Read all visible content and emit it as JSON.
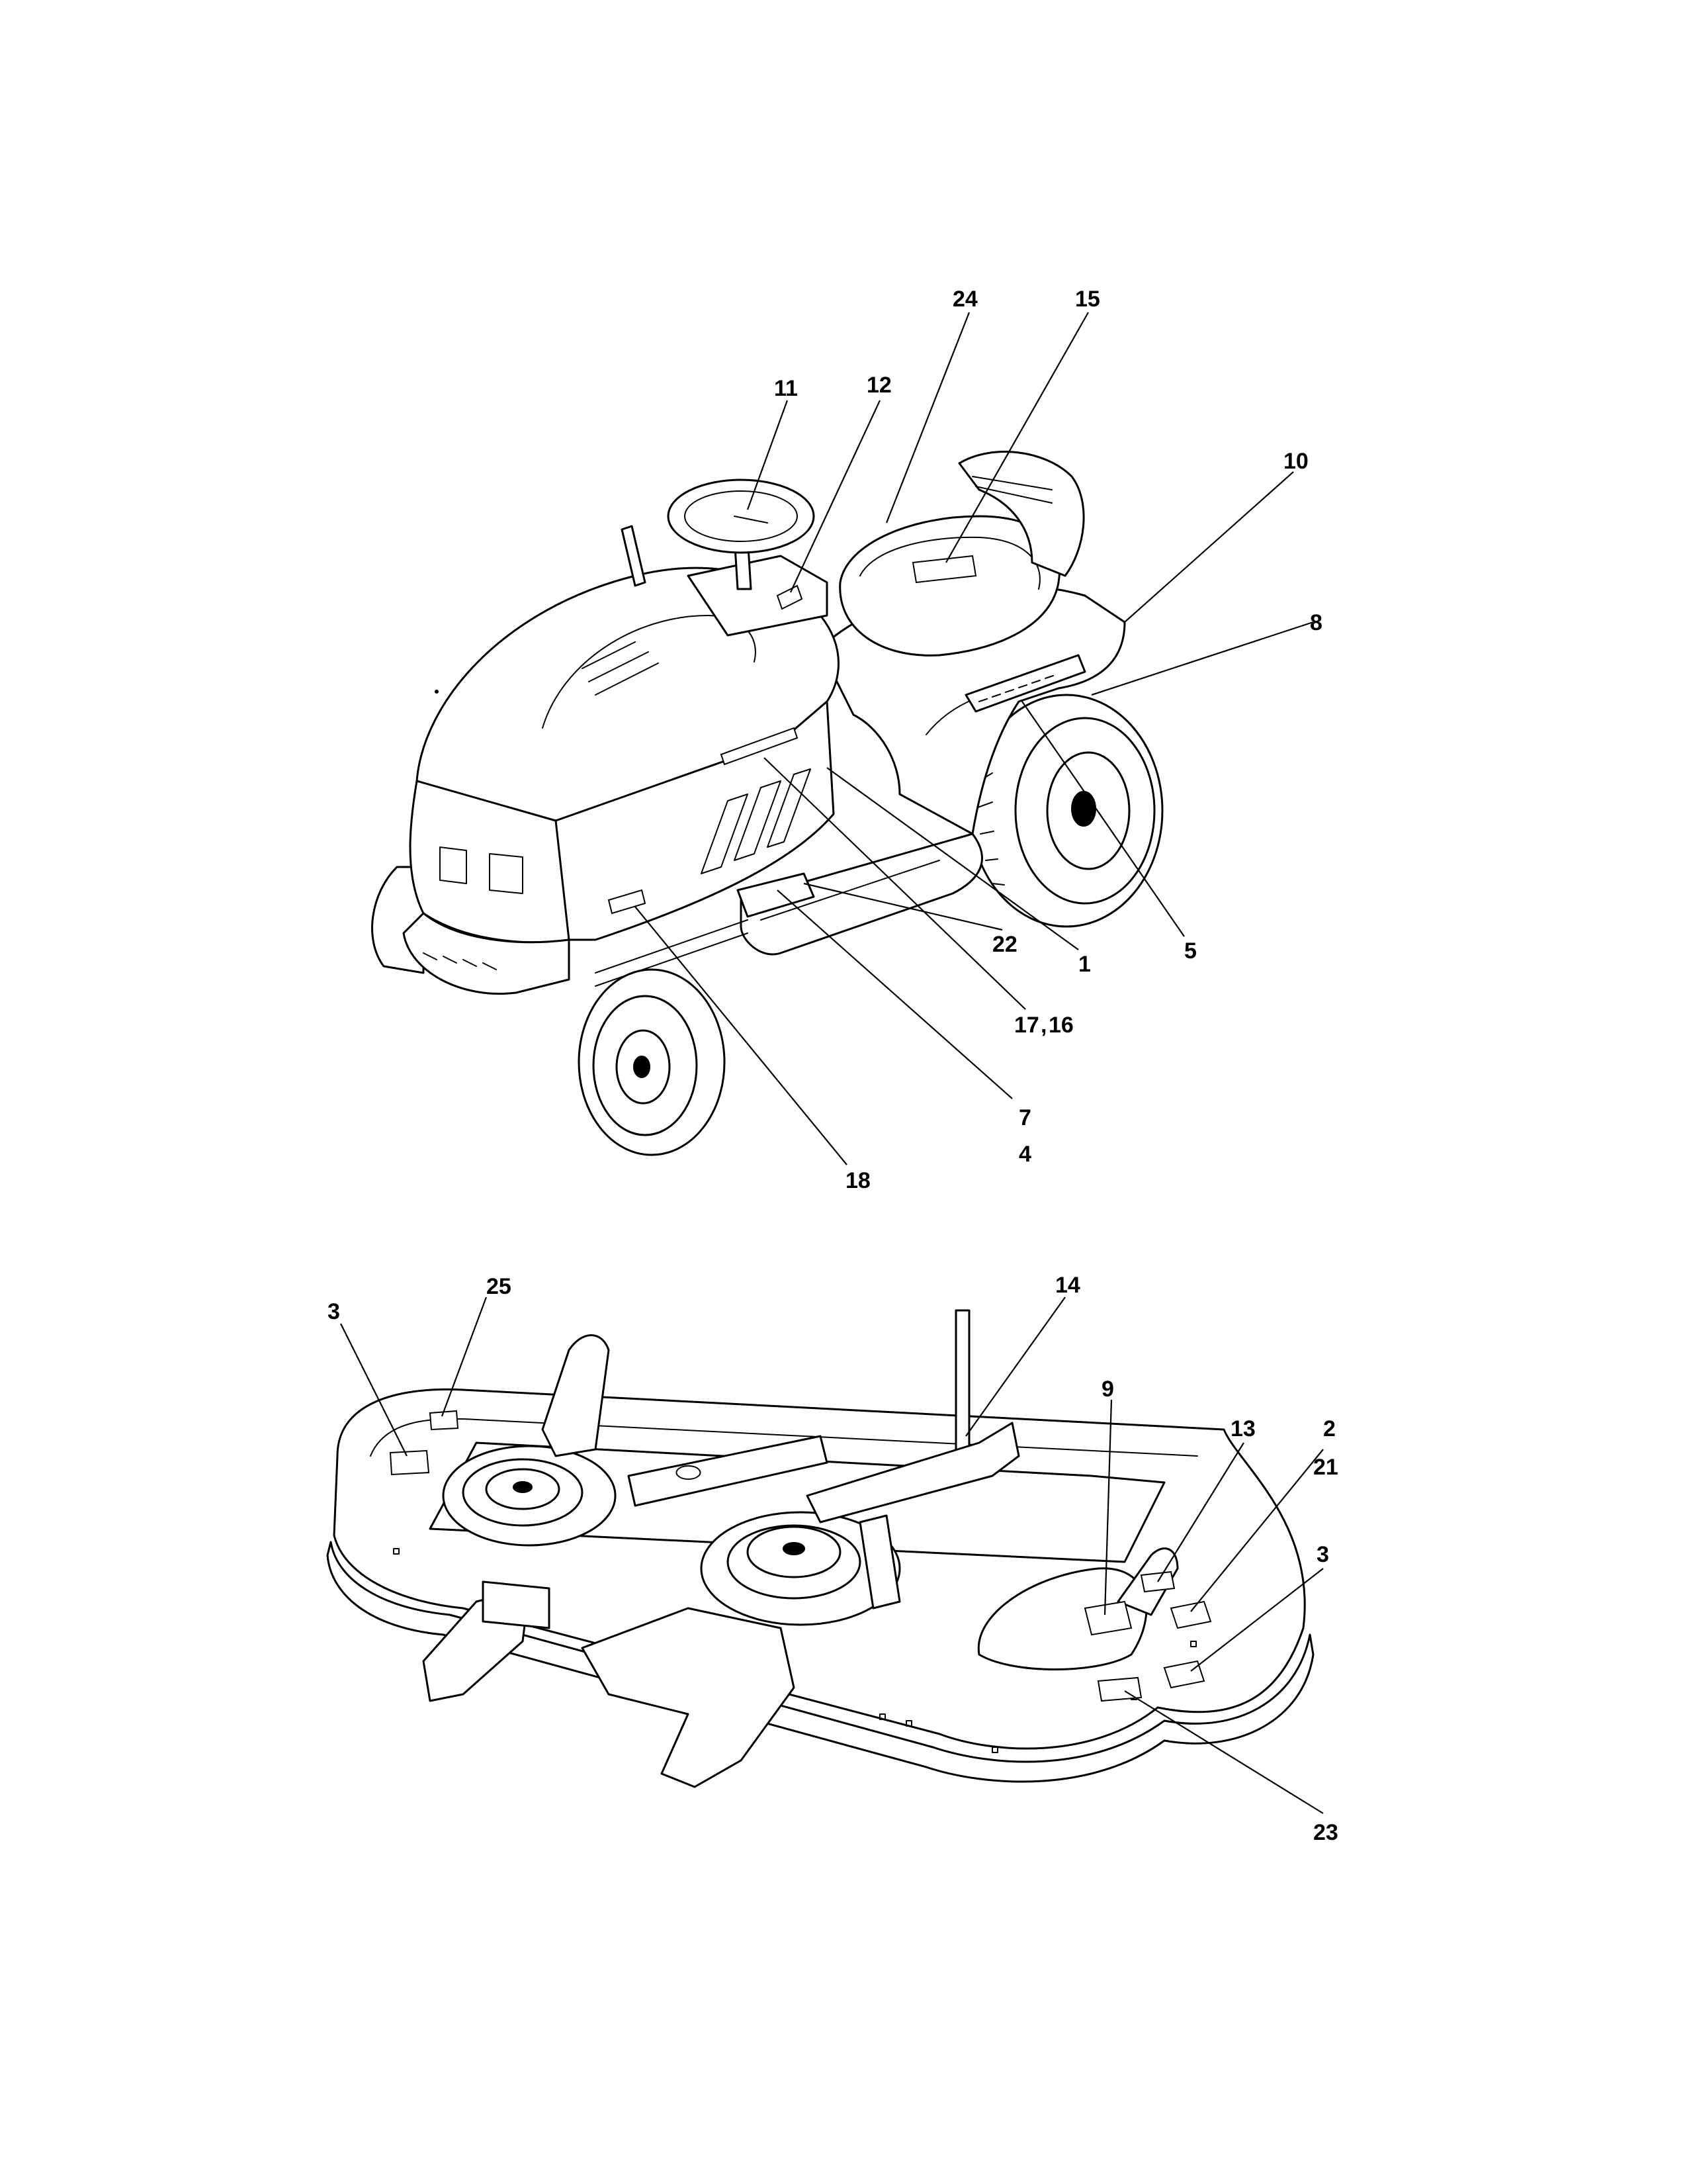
{
  "tractor_callouts": [
    "24",
    "15",
    "11",
    "12",
    "10",
    "8",
    "22",
    "1",
    "5",
    "17",
    "16",
    "7",
    "4",
    "18"
  ],
  "deck_callouts": [
    "3",
    "25",
    "14",
    "9",
    "13",
    "2",
    "21",
    "3",
    "23"
  ],
  "callout_17_16_separator": ","
}
